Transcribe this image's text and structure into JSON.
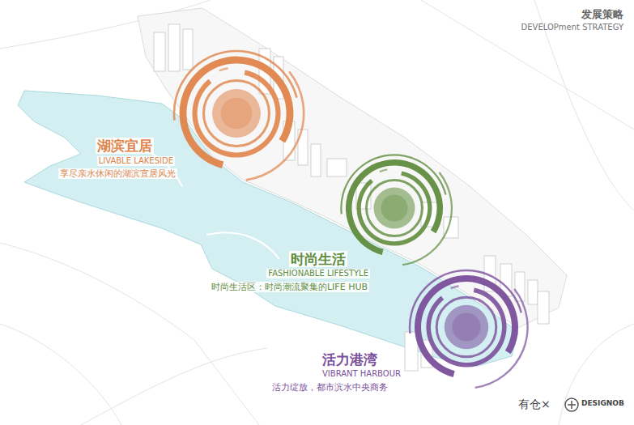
{
  "diagram": {
    "title": "发展策略",
    "nodes": [
      {
        "text": [
          "湖滨宜居",
          "LIVABLE LAKESIDE",
          "享尽亲水休闲的湖滨宜居风光"
        ]
      },
      {
        "text": [
          "时尚生活",
          "FASHIONABLE LIFESTYLE",
          "时尚生活区：时尚潮流聚集的LIFE HUB"
        ]
      },
      {
        "text": [
          "活力港湾",
          "VIBRANT HARBOUR",
          "活力绽放，都市滨水中央商务"
        ]
      }
    ],
    "labels": [
      "DEVELOPment STRATEGY",
      "有仓×",
      "DESIGNOB"
    ]
  }
}
